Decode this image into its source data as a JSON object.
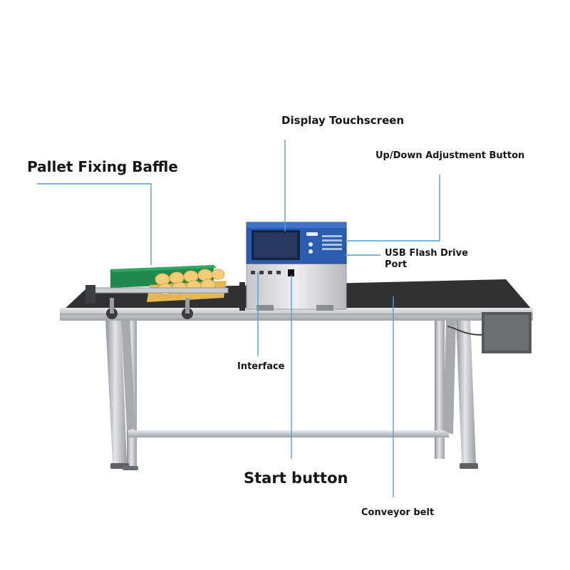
{
  "labels": {
    "display_touchscreen": "Display Touchscreen",
    "updown_adjustment": "Up/Down Adjustment Button",
    "pallet_fixing_baffle": "Pallet Fixing Baffle",
    "usb_port_line1": "USB Flash Drive",
    "usb_port_line2": "Port",
    "interface": "Interface",
    "start_button": "Start button",
    "conveyor_belt": "Conveyor belt"
  },
  "colors": {
    "leader_line": "#5b9bd5",
    "steel": "#b9bcc0",
    "steel_dark": "#7d8186",
    "belt": "#2f3133",
    "printer_body": "#cfd2d6",
    "panel_blue": "#2a5db0",
    "screen": "#1c2a4a",
    "baffle_green": "#1f8a4c",
    "egg": "#f2c46a"
  }
}
